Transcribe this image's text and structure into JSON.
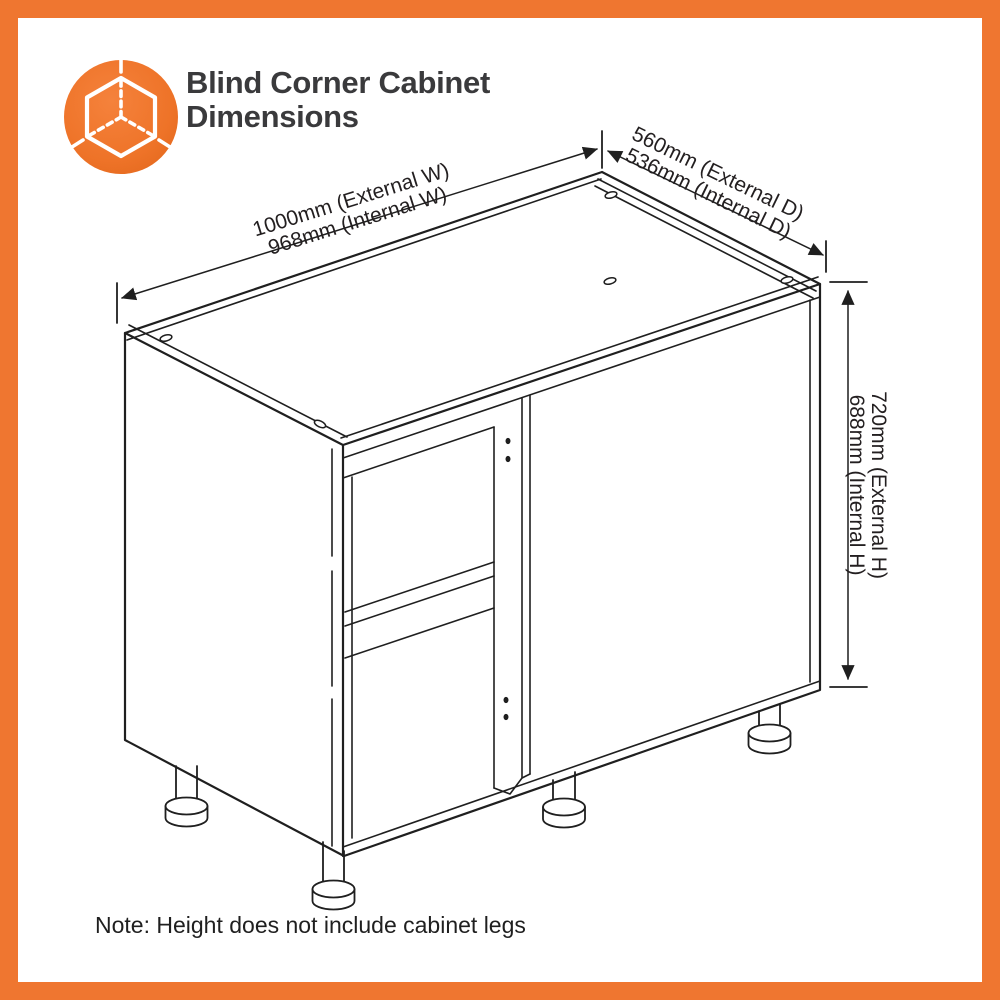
{
  "header": {
    "title_line1": "Blind Corner Cabinet",
    "title_line2": "Dimensions"
  },
  "icon": {
    "name": "cube-dimensions-icon"
  },
  "dimensions": {
    "width_external": "1000mm (External W)",
    "width_internal": "968mm (Internal W)",
    "depth_external": "560mm (External D)",
    "depth_internal": "536mm (Internal D)",
    "height_external": "720mm (External H)",
    "height_internal": "688mm (Internal H)"
  },
  "note": {
    "text": "Note: Height does not include cabinet legs"
  },
  "colors": {
    "accent_orange": "#EF7630",
    "line_color": "#1F1F1F",
    "title_color": "#3A3A3C"
  }
}
